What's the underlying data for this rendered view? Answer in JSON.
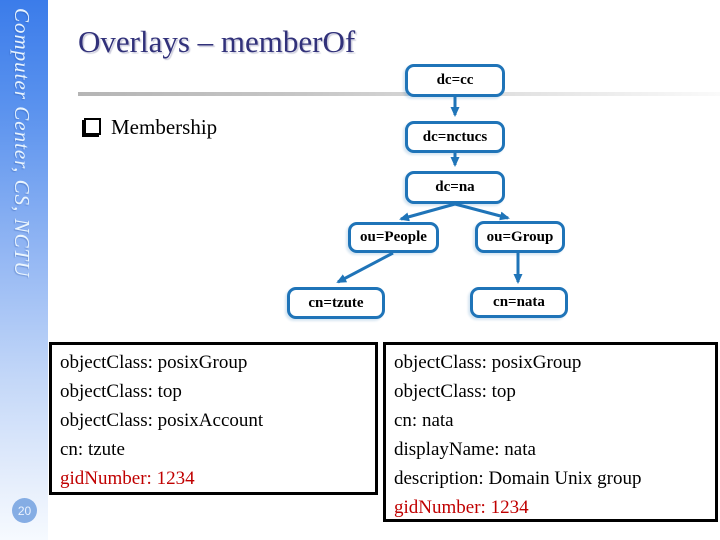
{
  "header": {
    "title": "Overlays – memberOf"
  },
  "sidebar": {
    "text": "Computer Center, CS, NCTU"
  },
  "bullet": {
    "label": "Membership"
  },
  "tree": {
    "nodes": [
      {
        "id": "dc-cc",
        "label": "dc=cc"
      },
      {
        "id": "dc-nctucs",
        "label": "dc=nctucs"
      },
      {
        "id": "dc-na",
        "label": "dc=na"
      },
      {
        "id": "ou-people",
        "label": "ou=People"
      },
      {
        "id": "ou-group",
        "label": "ou=Group"
      },
      {
        "id": "cn-tzute",
        "label": "cn=tzute"
      },
      {
        "id": "cn-nata",
        "label": "cn=nata"
      }
    ]
  },
  "entries": {
    "left": {
      "lines": [
        "objectClass: posixGroup",
        "objectClass: top",
        "objectClass: posixAccount",
        "cn: tzute"
      ],
      "highlight": "gidNumber: 1234"
    },
    "right": {
      "lines": [
        "objectClass: posixGroup",
        "objectClass: top",
        "cn: nata",
        "displayName: nata",
        "description: Domain Unix group"
      ],
      "highlight": "gidNumber: 1234"
    }
  },
  "footer": {
    "page_number": "20"
  },
  "colors": {
    "tree_accent": "#1f74b8",
    "title_navy": "#31317a",
    "highlight_red": "#c00000",
    "sidebar_blue_top": "#3b7cea",
    "page_circle_blue": "#85ade4"
  }
}
